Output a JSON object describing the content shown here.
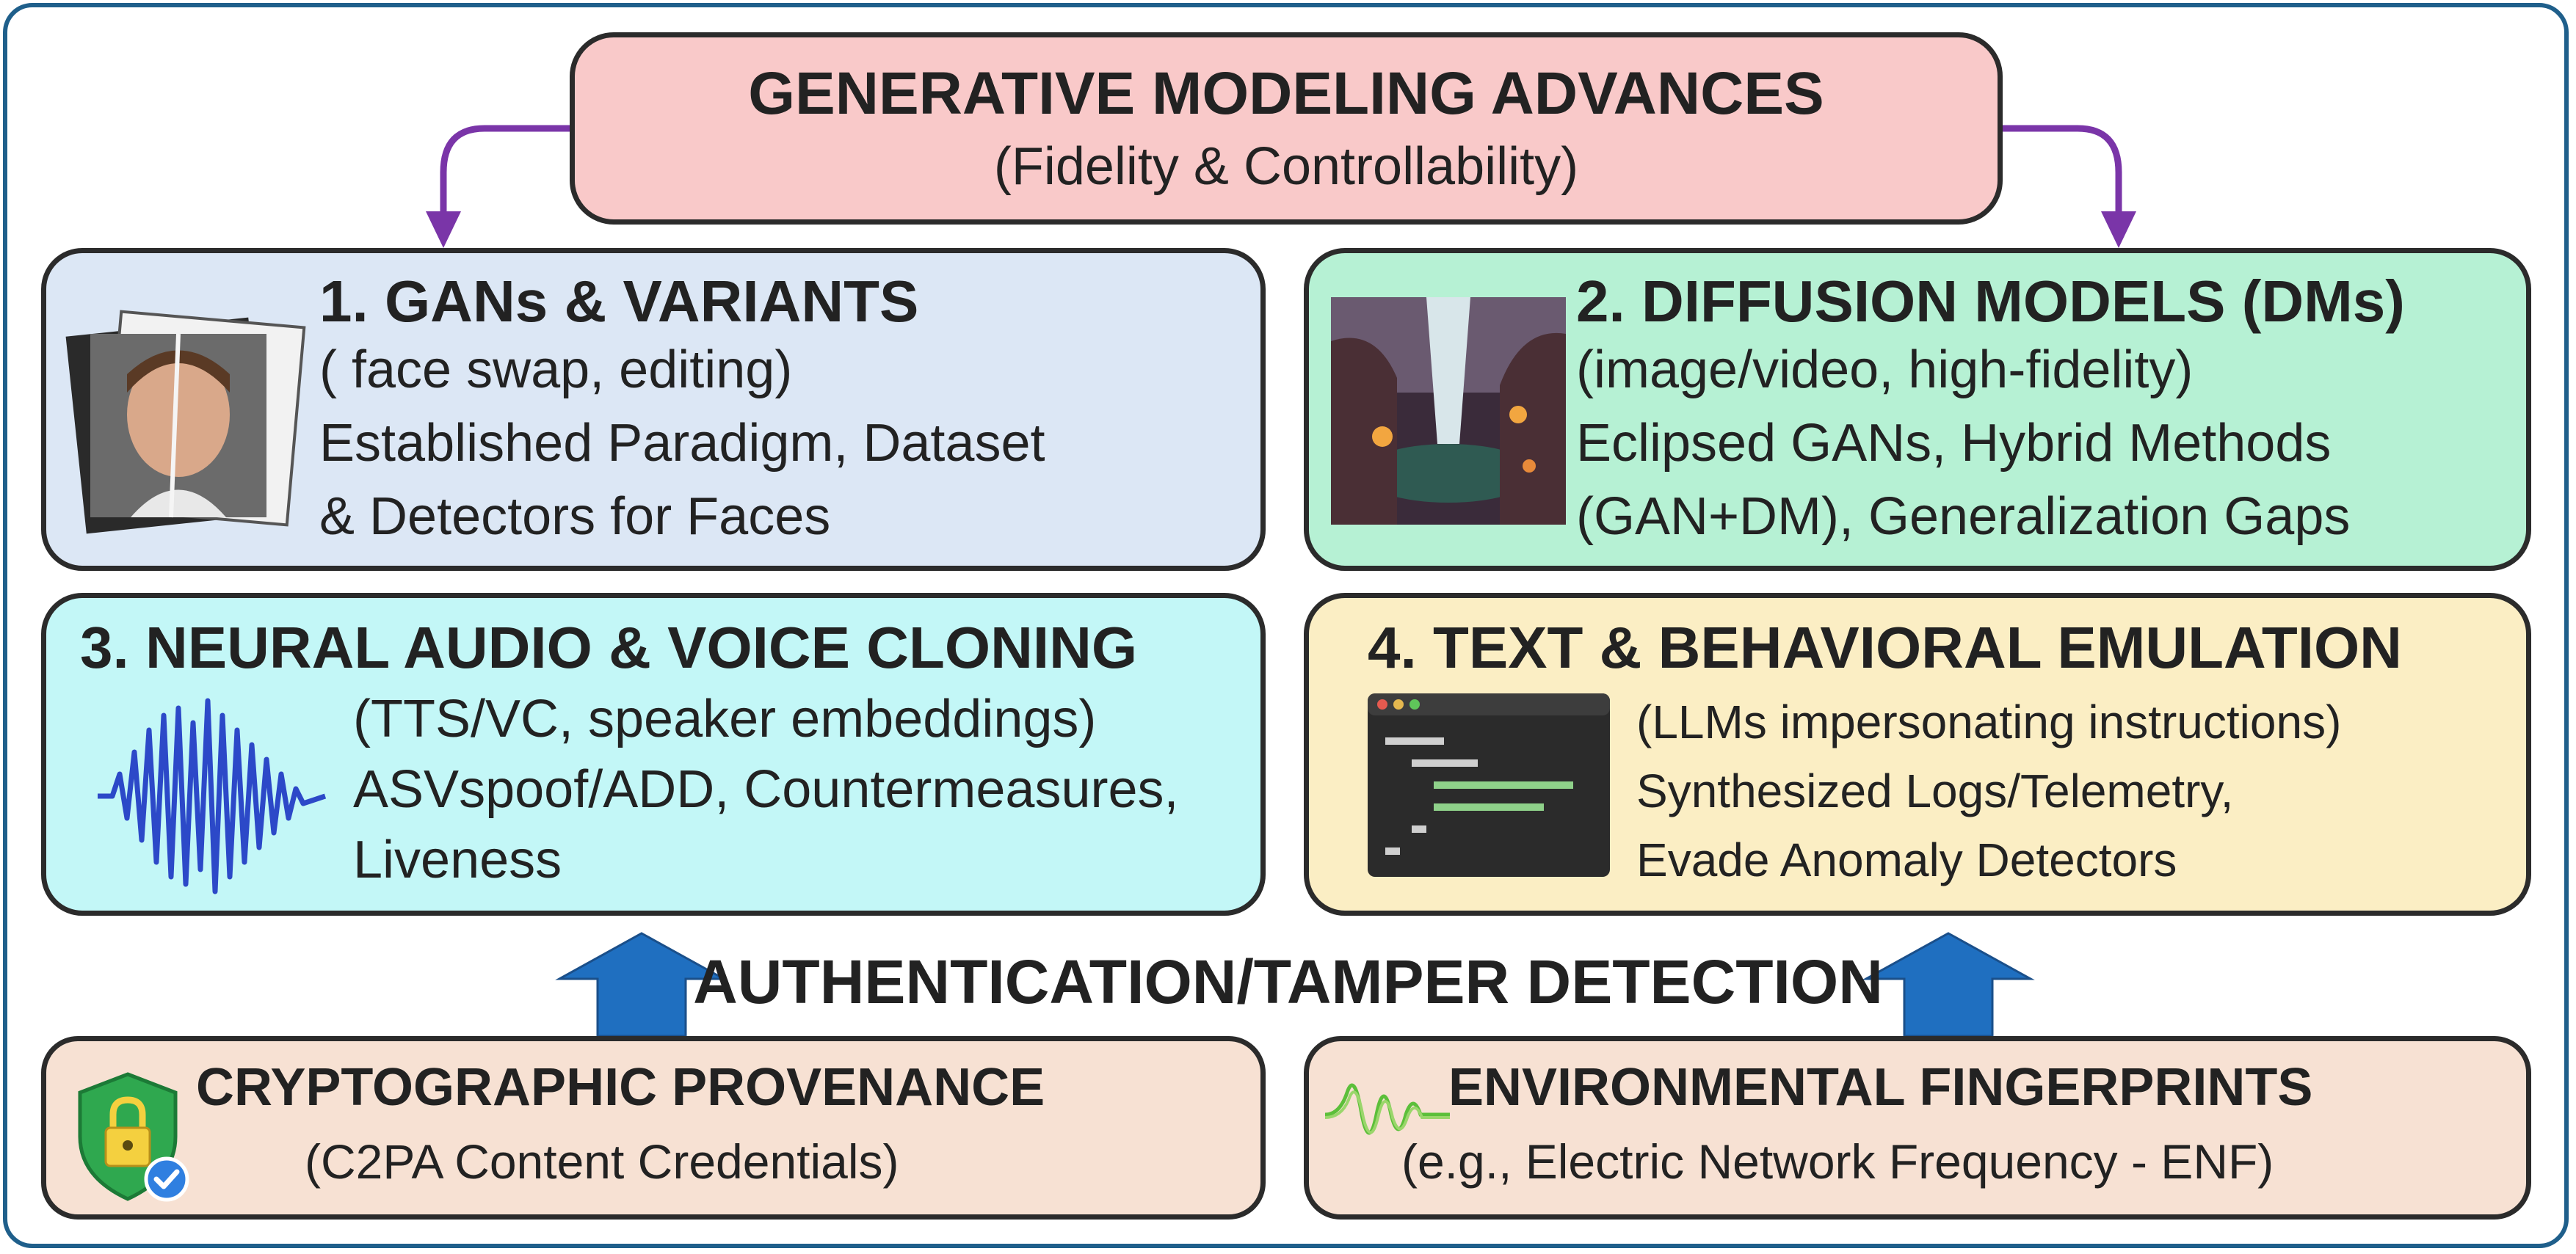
{
  "header": {
    "title": "GENERATIVE MODELING ADVANCES",
    "subtitle": "(Fidelity & Controllability)"
  },
  "categories": [
    {
      "title": "1. GANs & VARIANTS",
      "lines": [
        "( face swap, editing)",
        "Established Paradigm, Dataset",
        "& Detectors for Faces"
      ],
      "color": "#dce7f5"
    },
    {
      "title": "2. DIFFUSION MODELS (DMs)",
      "lines": [
        "(image/video, high-fidelity)",
        "Eclipsed GANs, Hybrid Methods",
        "(GAN+DM), Generalization Gaps"
      ],
      "color": "#b6f1d4"
    },
    {
      "title": "3. NEURAL AUDIO & VOICE CLONING",
      "lines": [
        "(TTS/VC, speaker embeddings)",
        "ASVspoof/ADD, Countermeasures,",
        "Liveness"
      ],
      "color": "#c3f7f7"
    },
    {
      "title": "4. TEXT & BEHAVIORAL EMULATION",
      "lines": [
        "(LLMs impersonating instructions)",
        "Synthesized Logs/Telemetry,",
        "Evade Anomaly Detectors"
      ],
      "color": "#fbeec4"
    }
  ],
  "detection": {
    "label": "AUTHENTICATION/TAMPER DETECTION",
    "arrow_color": "#1f6fc0"
  },
  "methods": [
    {
      "title": "CRYPTOGRAPHIC PROVENANCE",
      "subtitle": "(C2PA Content Credentials)",
      "icon": "shield-lock-icon"
    },
    {
      "title": "ENVIRONMENTAL FINGERPRINTS",
      "subtitle": "(e.g., Electric Network Frequency - ENF)",
      "icon": "waveform-icon"
    }
  ],
  "colors": {
    "header_bg": "#f9c9c9",
    "connector": "#7a35a8",
    "frame": "#1f5f8b",
    "method_bg": "#f7e1d3"
  }
}
